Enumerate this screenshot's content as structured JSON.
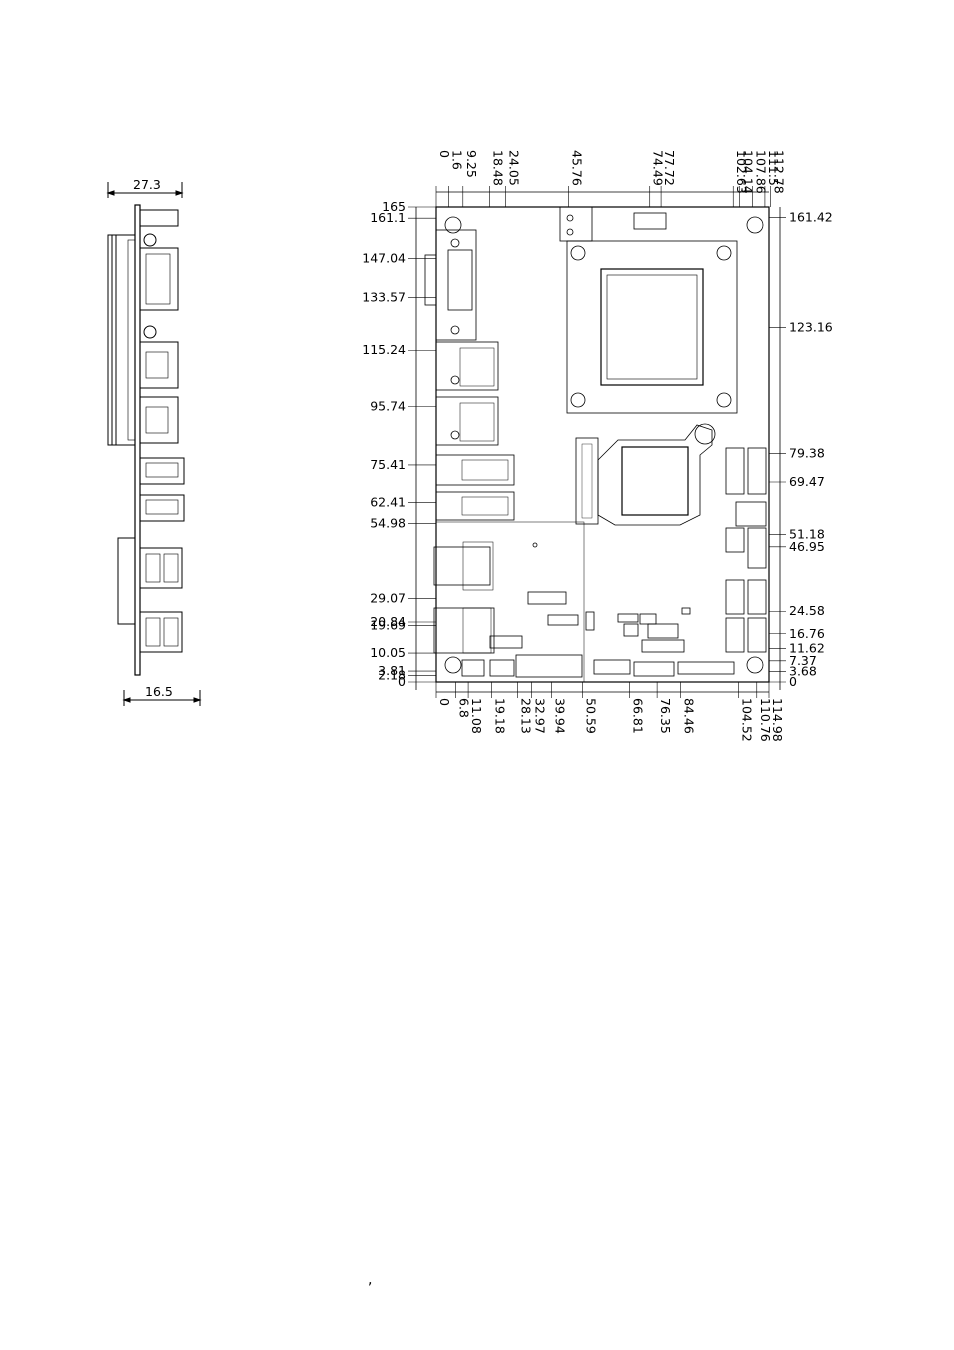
{
  "side_view": {
    "width_top": "27.3",
    "width_bottom": "16.5"
  },
  "top_dims": [
    "0",
    "1.6",
    "9.25",
    "18.48",
    "24.05",
    "45.76",
    "77.72",
    "74.49",
    "102.63",
    "104.14",
    "107.86",
    "111.5",
    "112.78"
  ],
  "bottom_dims": [
    "0",
    "6.8",
    "11.08",
    "19.18",
    "28.13",
    "32.97",
    "39.94",
    "50.59",
    "66.81",
    "76.35",
    "84.46",
    "104.52",
    "110.76",
    "114.98"
  ],
  "left_dims": [
    "165",
    "161.1",
    "147.04",
    "133.57",
    "115.24",
    "95.74",
    "75.41",
    "62.41",
    "54.98",
    "29.07",
    "20.84",
    "19.69",
    "10.05",
    "3.81",
    "2.18",
    "0"
  ],
  "right_dims": [
    "161.42",
    "123.16",
    "79.38",
    "69.47",
    "51.18",
    "46.95",
    "24.58",
    "16.76",
    "11.62",
    "7.37",
    "3.68",
    "0"
  ],
  "footer_mark": ","
}
